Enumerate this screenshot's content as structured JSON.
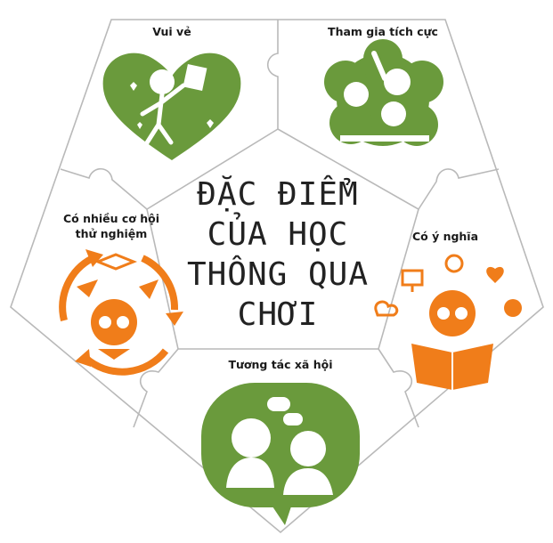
{
  "center_title": {
    "line1": "ĐẶC ĐIỂM",
    "line2": "CỦA HỌC",
    "line3": "THÔNG QUA",
    "line4": "CHƠI"
  },
  "pieces": {
    "fun": {
      "label": "Vui vẻ"
    },
    "active": {
      "label": "Tham gia tích cực"
    },
    "meaningful": {
      "label": "Có ý nghĩa"
    },
    "social": {
      "label": "Tương tác xã hội"
    },
    "experiment": {
      "label_line1": "Có nhiều cơ hội",
      "label_line2": "thử nghiệm"
    }
  },
  "colors": {
    "green": "#6a9a3c",
    "orange": "#f07d1a",
    "outline": "#b9b9b9",
    "text": "#222222"
  },
  "icons": {
    "fun": "heart-with-happy-child-icon",
    "active": "flower-with-three-children-icon",
    "meaningful": "child-reading-book-icon",
    "social": "speech-bubble-two-children-icon",
    "experiment": "cycle-arrows-child-icon"
  }
}
